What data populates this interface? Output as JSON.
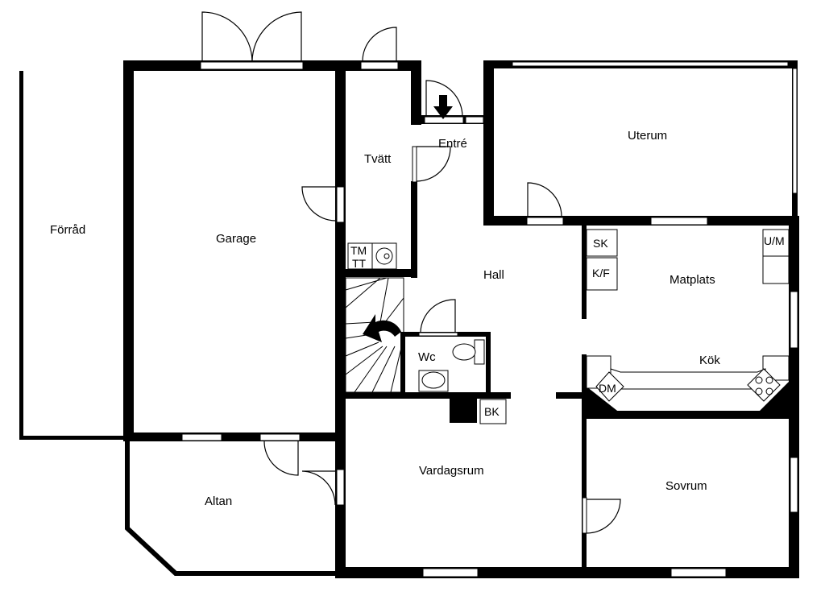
{
  "rooms": {
    "forrad": "Förråd",
    "garage": "Garage",
    "tvatt": "Tvätt",
    "entre": "Entré",
    "uterum": "Uterum",
    "hall": "Hall",
    "matplats": "Matplats",
    "kok": "Kök",
    "wc": "Wc",
    "vardagsrum": "Vardagsrum",
    "sovrum": "Sovrum",
    "altan": "Altan"
  },
  "fixtures": {
    "sk": "SK",
    "kf": "K/F",
    "um": "U/M",
    "dm": "DM",
    "bk": "BK",
    "tm": "TM",
    "tt": "TT"
  }
}
